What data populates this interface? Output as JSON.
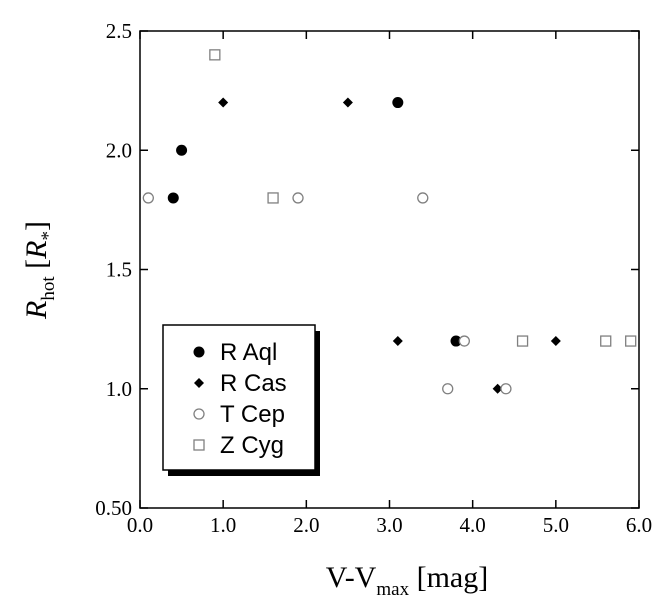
{
  "chart_data": {
    "type": "scatter",
    "xlabel": {
      "main": "V-V",
      "sub": "max",
      "unit": " [mag]"
    },
    "ylabel": {
      "main": "R",
      "sub": "hot",
      "unit_open": " [",
      "unit_italic": "R",
      "unit_sub": "*",
      "unit_close": "]"
    },
    "xlim": [
      0.0,
      6.0
    ],
    "ylim": [
      0.5,
      2.5
    ],
    "x_ticks": [
      {
        "value": 0.0,
        "label": "0.0"
      },
      {
        "value": 1.0,
        "label": "1.0"
      },
      {
        "value": 2.0,
        "label": "2.0"
      },
      {
        "value": 3.0,
        "label": "3.0"
      },
      {
        "value": 4.0,
        "label": "4.0"
      },
      {
        "value": 5.0,
        "label": "5.0"
      },
      {
        "value": 6.0,
        "label": "6.0"
      }
    ],
    "y_ticks": [
      {
        "value": 0.5,
        "label": "0.50"
      },
      {
        "value": 1.0,
        "label": "1.0"
      },
      {
        "value": 1.5,
        "label": "1.5"
      },
      {
        "value": 2.0,
        "label": "2.0"
      },
      {
        "value": 2.5,
        "label": "2.5"
      }
    ],
    "grid": false,
    "legend_position": "bottom-left",
    "series": [
      {
        "name": "R Aql",
        "marker": "filled-circle",
        "color": "#000000",
        "x": [
          0.4,
          0.5,
          3.1,
          3.8
        ],
        "y": [
          1.8,
          2.0,
          2.2,
          1.2
        ]
      },
      {
        "name": "R Cas",
        "marker": "filled-diamond",
        "color": "#000000",
        "x": [
          1.0,
          2.5,
          3.1,
          4.3,
          5.0
        ],
        "y": [
          2.2,
          2.2,
          1.2,
          1.0,
          1.2
        ]
      },
      {
        "name": "T Cep",
        "marker": "open-circle",
        "color": "#808080",
        "x": [
          0.1,
          1.9,
          3.4,
          3.7,
          3.9,
          4.4
        ],
        "y": [
          1.8,
          1.8,
          1.8,
          1.0,
          1.2,
          1.0
        ]
      },
      {
        "name": "Z Cyg",
        "marker": "open-square",
        "color": "#808080",
        "x": [
          0.9,
          1.6,
          4.6,
          5.6,
          5.9
        ],
        "y": [
          2.4,
          1.8,
          1.2,
          1.2,
          1.2
        ]
      }
    ]
  }
}
